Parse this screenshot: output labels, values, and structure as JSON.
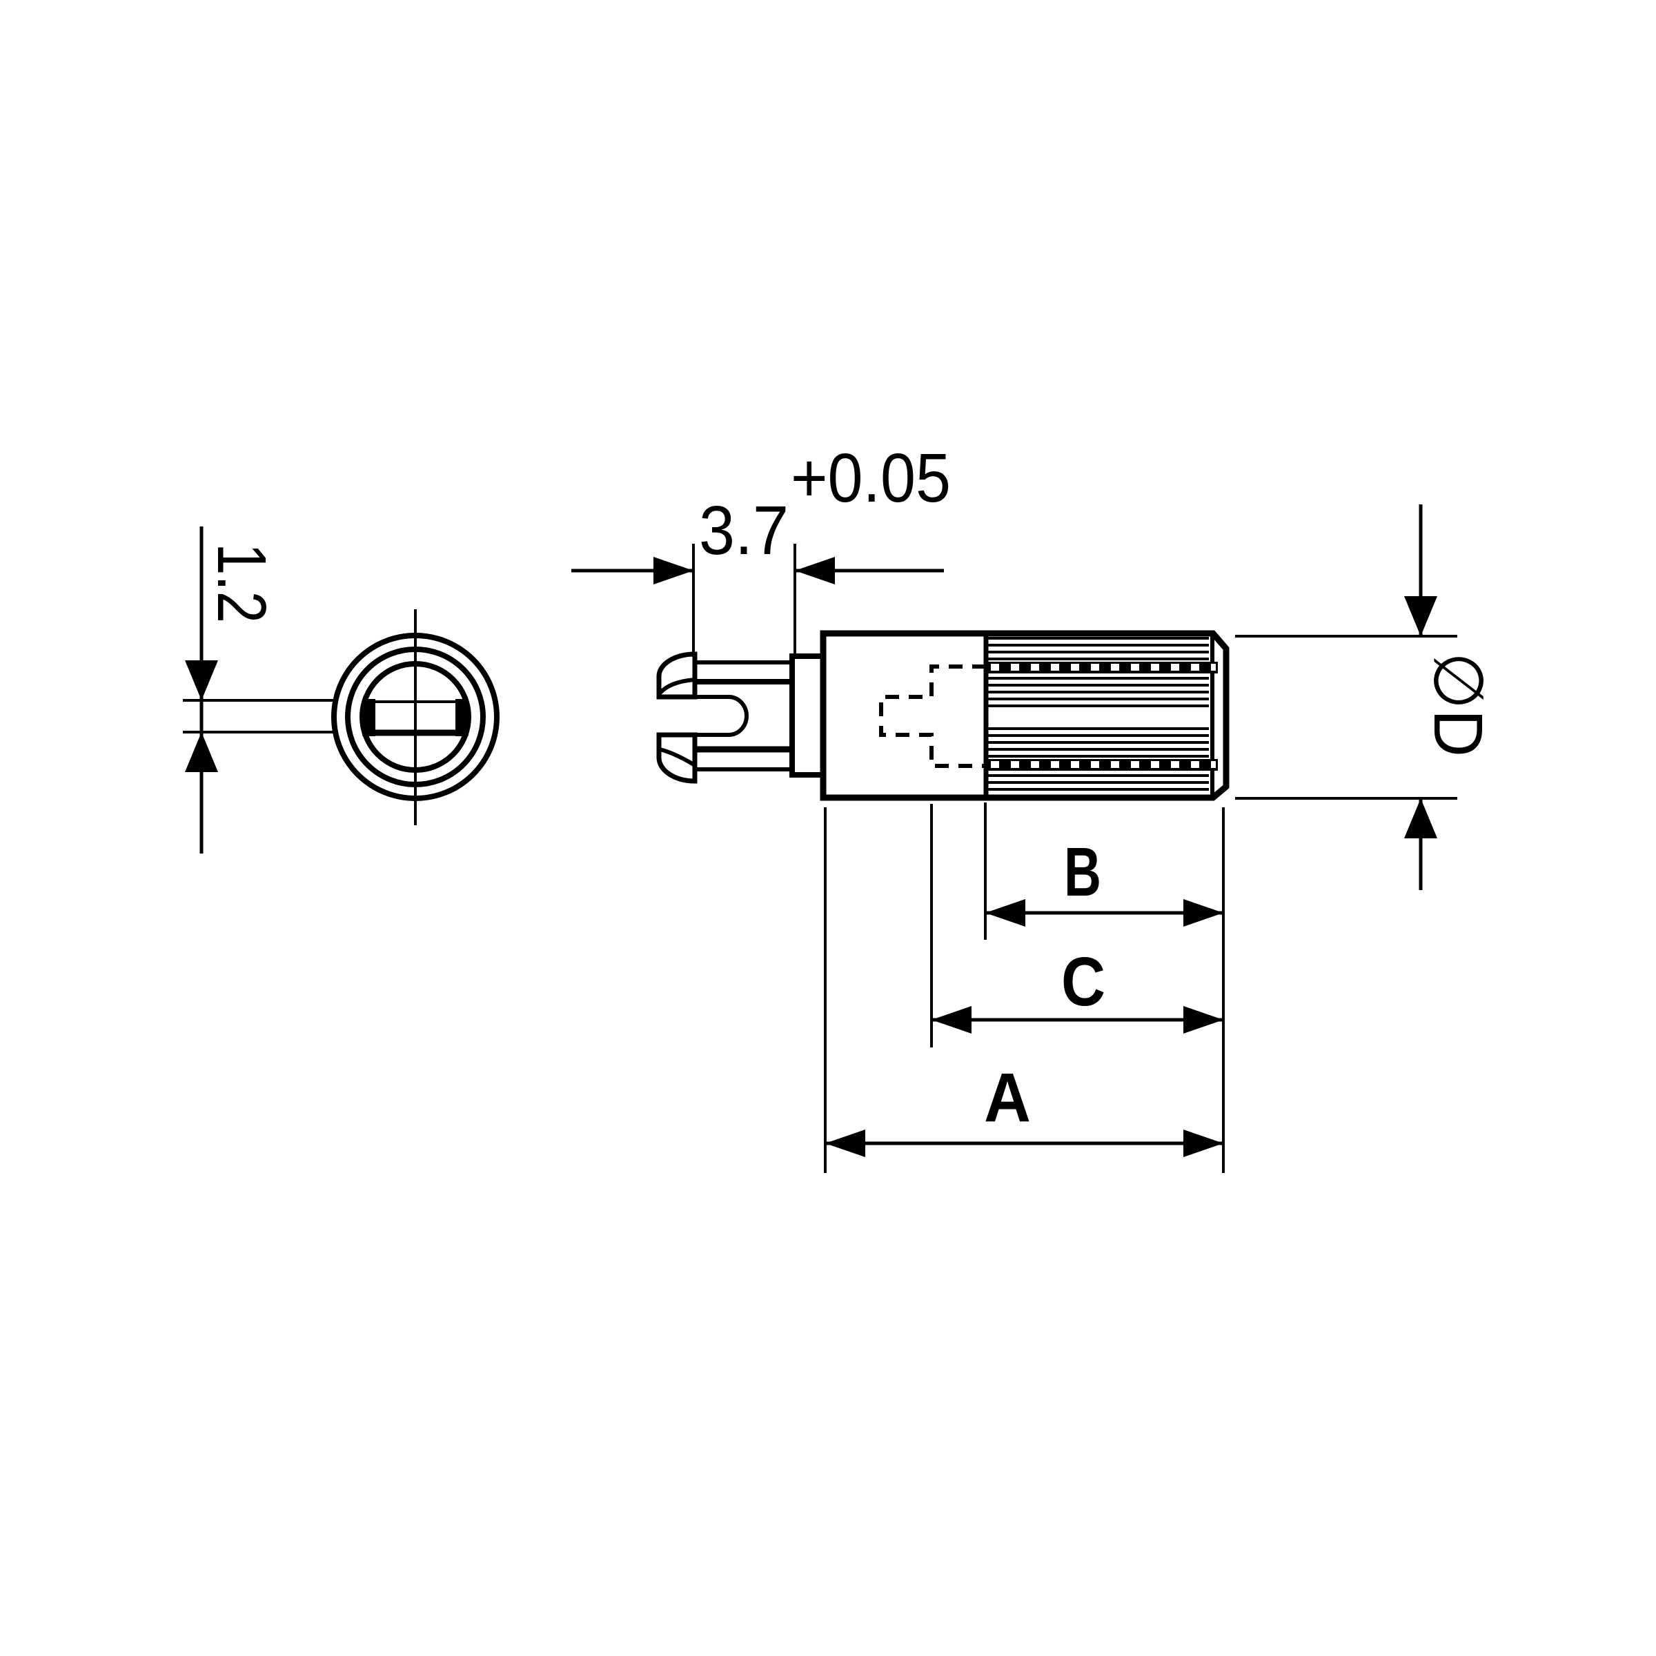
{
  "colors": {
    "ink": "#000000",
    "background": "#ffffff"
  },
  "labels": {
    "slot_width": "1.2",
    "tip_length": "3.7",
    "tip_length_tolerance": "+0.05",
    "body_diameter": "∅D",
    "knurl_length": "B",
    "socket_depth": "C",
    "overall_length": "A"
  }
}
